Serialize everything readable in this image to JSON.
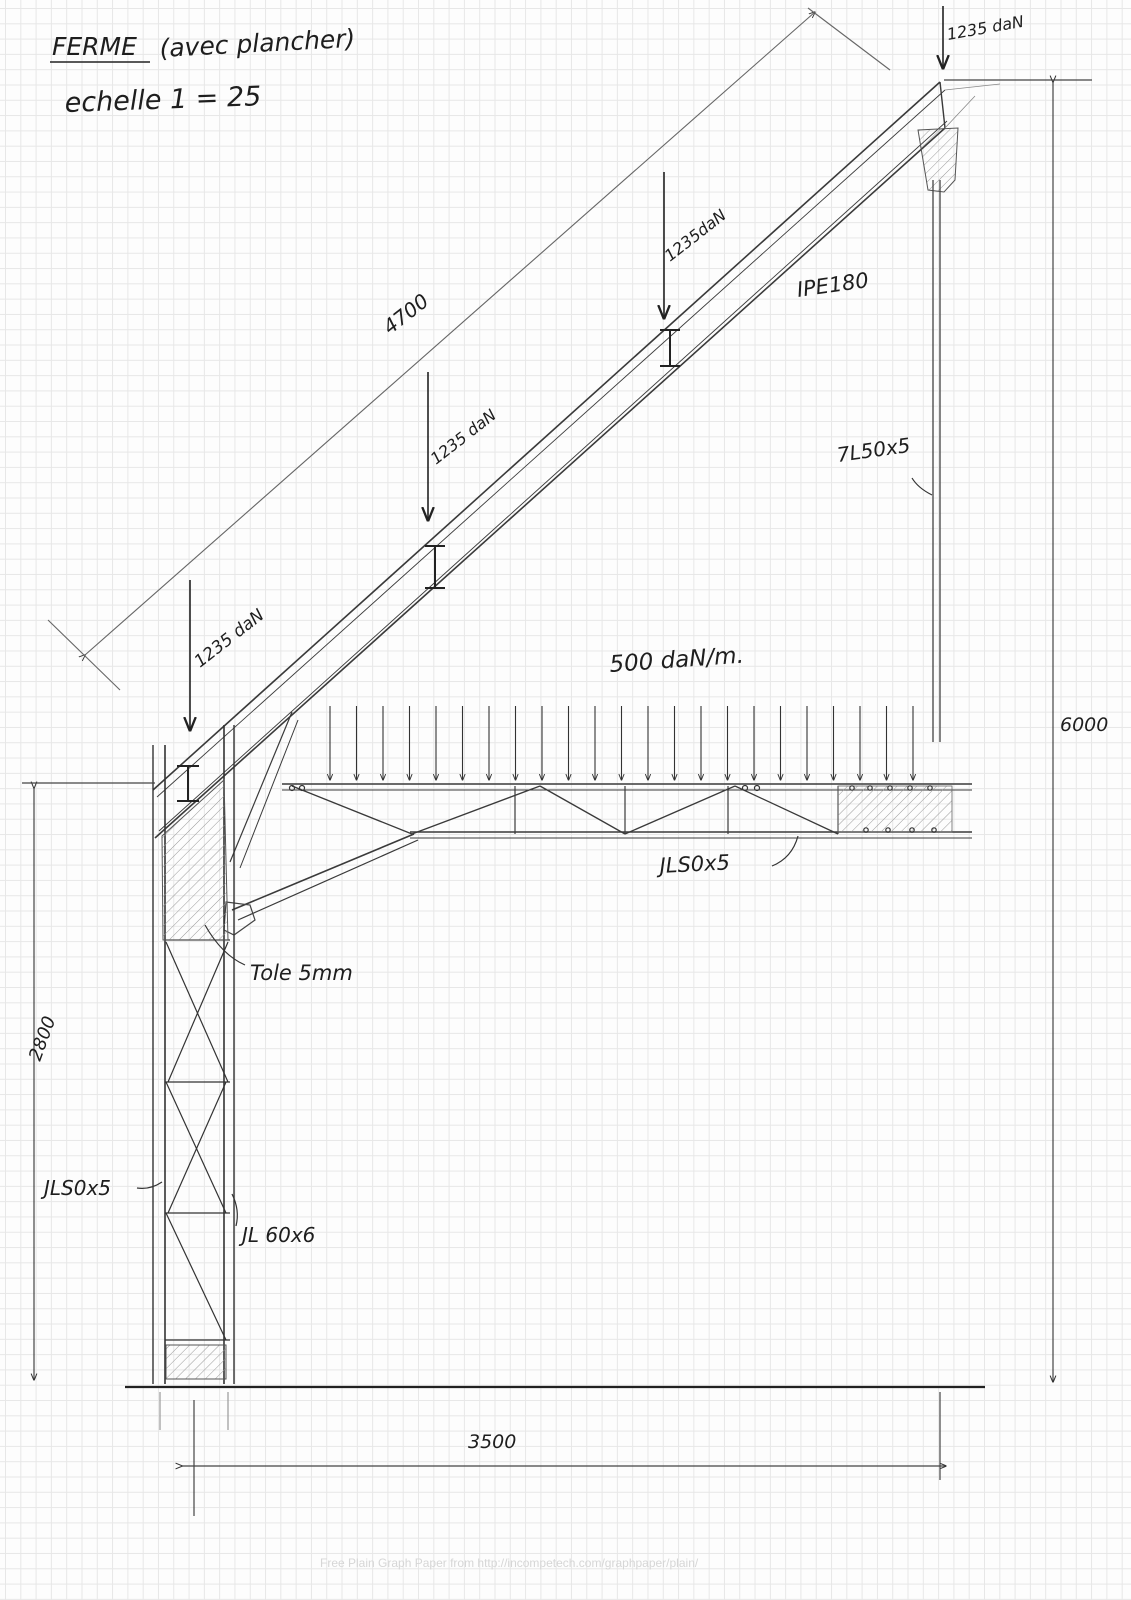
{
  "sheet": {
    "title": "FERME",
    "title_note": "(avec plancher)",
    "scale": "echelle 1 = 25",
    "footer": "Free Plain Graph Paper from http://incompetech.com/graphpaper/plain/"
  },
  "loads": {
    "point_load_top": "1235 daN",
    "point_load_upper": "1235daN",
    "point_load_mid": "1235 daN",
    "point_load_left": "1235 daN",
    "distributed_load": "500 daN/m."
  },
  "members": {
    "rafter": "IPE180",
    "vertical_tie": "7L50x5",
    "floor_truss": "JLS0x5",
    "gusset_plate": "Tole 5mm",
    "column_lacing": "JLS0x5",
    "column_chords": "JL 60x6"
  },
  "dimensions": {
    "rafter_length": "4700",
    "total_height": "6000",
    "column_height": "2800",
    "span": "3500"
  },
  "colors": {
    "ink": "#2a2a2a",
    "pencil": "#555555",
    "grid": "#e7e7e7",
    "paper": "#fdfdfd"
  }
}
